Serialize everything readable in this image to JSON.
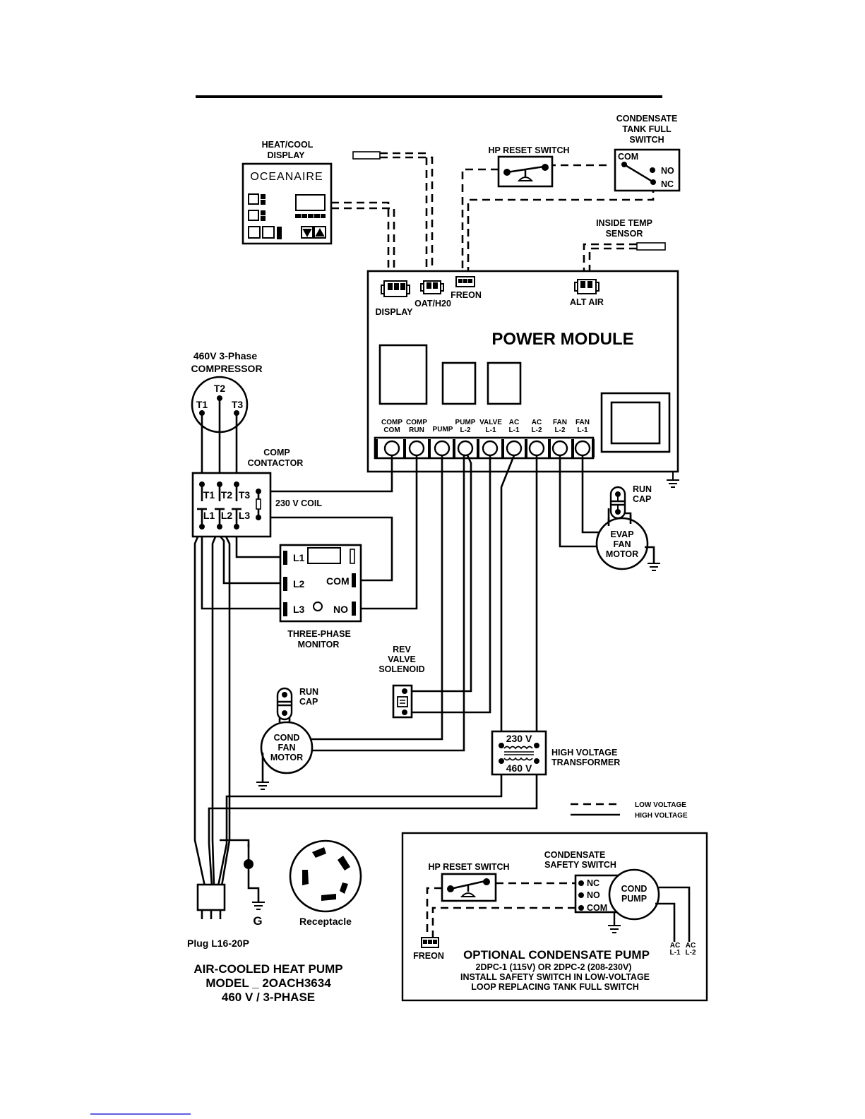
{
  "title": {
    "line1": "AIR-COOLED HEAT PUMP",
    "line2": "MODEL _ 2OACH3634",
    "line3": "460 V / 3-PHASE"
  },
  "display": {
    "label1": "HEAT/COOL",
    "label2": "DISPLAY",
    "brand": "OCEANAIRE"
  },
  "hp_reset_switch": {
    "label": "HP RESET SWITCH"
  },
  "condensate_tank": {
    "label1": "CONDENSATE",
    "label2": "TANK FULL",
    "label3": "SWITCH",
    "com": "COM",
    "no": "NO",
    "nc": "NC"
  },
  "inside_temp": {
    "label1": "INSIDE TEMP",
    "label2": "SENSOR"
  },
  "power_module": {
    "title": "POWER MODULE",
    "connectors": [
      "DISPLAY",
      "OAT/H20",
      "FREON",
      "ALT AIR"
    ],
    "terminals": [
      {
        "top": "COMP",
        "bottom": "COM"
      },
      {
        "top": "COMP",
        "bottom": "RUN"
      },
      {
        "top": "",
        "bottom": "PUMP"
      },
      {
        "top": "PUMP",
        "bottom": "L-2"
      },
      {
        "top": "VALVE",
        "bottom": "L-1"
      },
      {
        "top": "AC",
        "bottom": "L-1"
      },
      {
        "top": "AC",
        "bottom": "L-2"
      },
      {
        "top": "FAN",
        "bottom": "L-2"
      },
      {
        "top": "FAN",
        "bottom": "L-1"
      }
    ]
  },
  "compressor": {
    "label1": "460V   3-Phase",
    "label2": "COMPRESSOR",
    "t1": "T1",
    "t2": "T2",
    "t3": "T3"
  },
  "contactor": {
    "label1": "COMP",
    "label2": "CONTACTOR",
    "top": [
      "T1",
      "T2",
      "T3"
    ],
    "bottom": [
      "L1",
      "L2",
      "L3"
    ],
    "coil": "230 V  COIL"
  },
  "monitor": {
    "label1": "THREE-PHASE",
    "label2": "MONITOR",
    "l1": "L1",
    "l2": "L2",
    "l3": "L3",
    "com": "COM",
    "no": "NO"
  },
  "evap_fan": {
    "cap1": "RUN",
    "cap2": "CAP",
    "m1": "EVAP",
    "m2": "FAN",
    "m3": "MOTOR"
  },
  "rev_valve": {
    "label1": "REV",
    "label2": "VALVE",
    "label3": "SOLENOID"
  },
  "cond_fan": {
    "cap1": "RUN",
    "cap2": "CAP",
    "m1": "COND",
    "m2": "FAN",
    "m3": "MOTOR"
  },
  "transformer": {
    "primary": "230 V",
    "secondary": "460 V",
    "label1": "HIGH VOLTAGE",
    "label2": "TRANSFORMER"
  },
  "legend": {
    "low": "LOW VOLTAGE",
    "high": "HIGH VOLTAGE"
  },
  "plug": {
    "ground": "G",
    "label": "Plug L16-20P",
    "receptacle": "Receptacle"
  },
  "optional": {
    "hp_reset": "HP RESET SWITCH",
    "safety1": "CONDENSATE",
    "safety2": "SAFETY SWITCH",
    "nc": "NC",
    "no": "NO",
    "com": "COM",
    "pump1": "COND",
    "pump2": "PUMP",
    "freon": "FREON",
    "ac1_top": "AC",
    "ac1_bottom": "L-1",
    "ac2_top": "AC",
    "ac2_bottom": "L-2",
    "title": "OPTIONAL CONDENSATE PUMP",
    "note1": "2DPC-1 (115V) OR 2DPC-2 (208-230V)",
    "note2": "INSTALL SAFETY SWITCH IN LOW-VOLTAGE",
    "note3": "LOOP REPLACING TANK FULL SWITCH"
  }
}
